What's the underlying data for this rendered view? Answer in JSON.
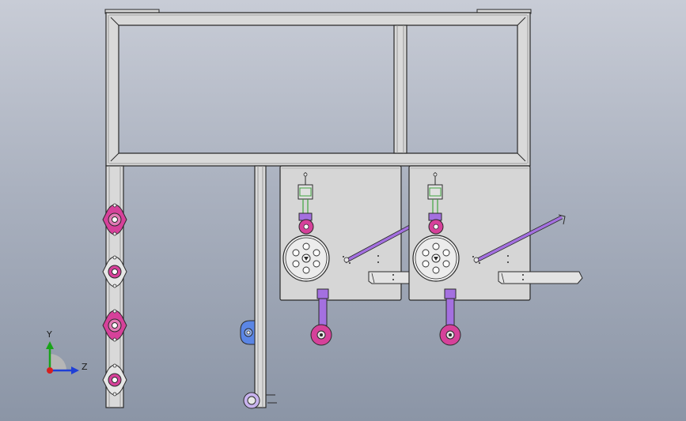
{
  "app": {
    "view": "cad-front-view"
  },
  "triad": {
    "y_label": "Y",
    "z_label": "Z"
  },
  "colors": {
    "background_top": "#c8ccd6",
    "background_bottom": "#8b95a6",
    "frame": "#d9d9d9",
    "outline": "#2a2a2a",
    "magenta": "#d6419a",
    "purple": "#a470e0",
    "green": "#3fa33f",
    "blue_bracket": "#5b86e5"
  }
}
